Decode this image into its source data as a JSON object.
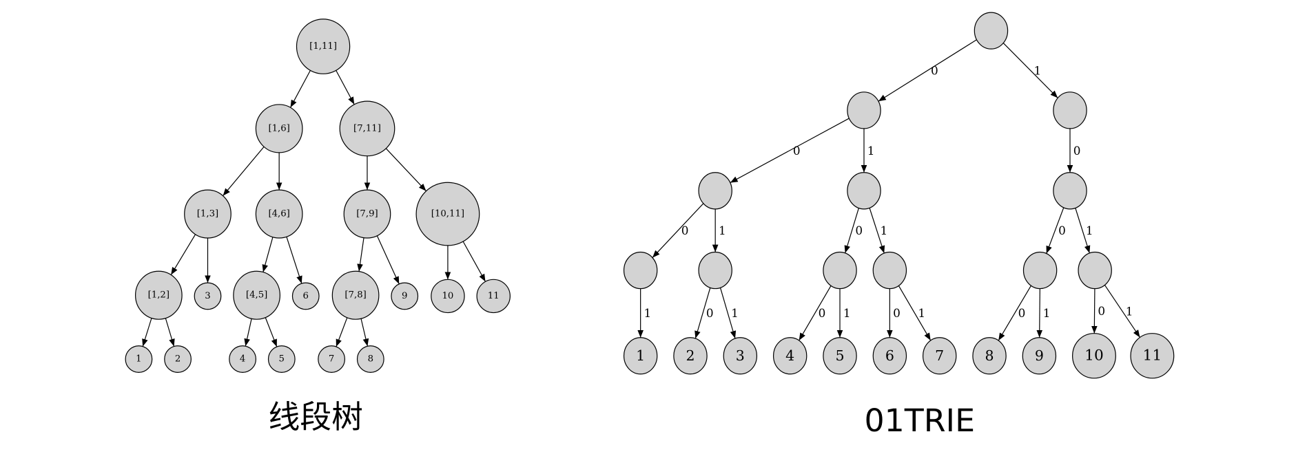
{
  "segment_tree": {
    "title": "线段树",
    "nodes": [
      {
        "id": "r",
        "label": "[1,11]"
      },
      {
        "id": "a",
        "label": "[1,6]",
        "parent": "r"
      },
      {
        "id": "b",
        "label": "[7,11]",
        "parent": "r"
      },
      {
        "id": "c",
        "label": "[1,3]",
        "parent": "a"
      },
      {
        "id": "d",
        "label": "[4,6]",
        "parent": "a"
      },
      {
        "id": "e",
        "label": "[7,9]",
        "parent": "b"
      },
      {
        "id": "f",
        "label": "[10,11]",
        "parent": "b"
      },
      {
        "id": "g",
        "label": "[1,2]",
        "parent": "c"
      },
      {
        "id": "n3",
        "label": "3",
        "parent": "c"
      },
      {
        "id": "h",
        "label": "[4,5]",
        "parent": "d"
      },
      {
        "id": "n6",
        "label": "6",
        "parent": "d"
      },
      {
        "id": "i",
        "label": "[7,8]",
        "parent": "e"
      },
      {
        "id": "n9",
        "label": "9",
        "parent": "e"
      },
      {
        "id": "n10",
        "label": "10",
        "parent": "f"
      },
      {
        "id": "n11",
        "label": "11",
        "parent": "f"
      },
      {
        "id": "n1",
        "label": "1",
        "parent": "g"
      },
      {
        "id": "n2",
        "label": "2",
        "parent": "g"
      },
      {
        "id": "n4",
        "label": "4",
        "parent": "h"
      },
      {
        "id": "n5",
        "label": "5",
        "parent": "h"
      },
      {
        "id": "n7",
        "label": "7",
        "parent": "i"
      },
      {
        "id": "n8",
        "label": "8",
        "parent": "i"
      }
    ]
  },
  "trie": {
    "title": "01TRIE",
    "nodes": [
      {
        "id": "t",
        "label": ""
      },
      {
        "id": "t0",
        "label": "",
        "parent": "t",
        "edge": "0"
      },
      {
        "id": "t1",
        "label": "",
        "parent": "t",
        "edge": "1"
      },
      {
        "id": "t00",
        "label": "",
        "parent": "t0",
        "edge": "0"
      },
      {
        "id": "t01",
        "label": "",
        "parent": "t0",
        "edge": "1"
      },
      {
        "id": "t10",
        "label": "",
        "parent": "t1",
        "edge": "0"
      },
      {
        "id": "t000",
        "label": "",
        "parent": "t00",
        "edge": "0"
      },
      {
        "id": "t001",
        "label": "",
        "parent": "t00",
        "edge": "1"
      },
      {
        "id": "t010",
        "label": "",
        "parent": "t01",
        "edge": "0"
      },
      {
        "id": "t011",
        "label": "",
        "parent": "t01",
        "edge": "1"
      },
      {
        "id": "t100",
        "label": "",
        "parent": "t10",
        "edge": "0"
      },
      {
        "id": "t101",
        "label": "",
        "parent": "t10",
        "edge": "1"
      },
      {
        "id": "k1",
        "label": "1",
        "parent": "t000",
        "edge": "1"
      },
      {
        "id": "k2",
        "label": "2",
        "parent": "t001",
        "edge": "0"
      },
      {
        "id": "k3",
        "label": "3",
        "parent": "t001",
        "edge": "1"
      },
      {
        "id": "k4",
        "label": "4",
        "parent": "t010",
        "edge": "0"
      },
      {
        "id": "k5",
        "label": "5",
        "parent": "t010",
        "edge": "1"
      },
      {
        "id": "k6",
        "label": "6",
        "parent": "t011",
        "edge": "0"
      },
      {
        "id": "k7",
        "label": "7",
        "parent": "t011",
        "edge": "1"
      },
      {
        "id": "k8",
        "label": "8",
        "parent": "t100",
        "edge": "0"
      },
      {
        "id": "k9",
        "label": "9",
        "parent": "t100",
        "edge": "1"
      },
      {
        "id": "k10",
        "label": "10",
        "parent": "t101",
        "edge": "0"
      },
      {
        "id": "k11",
        "label": "11",
        "parent": "t101",
        "edge": "1"
      }
    ]
  }
}
